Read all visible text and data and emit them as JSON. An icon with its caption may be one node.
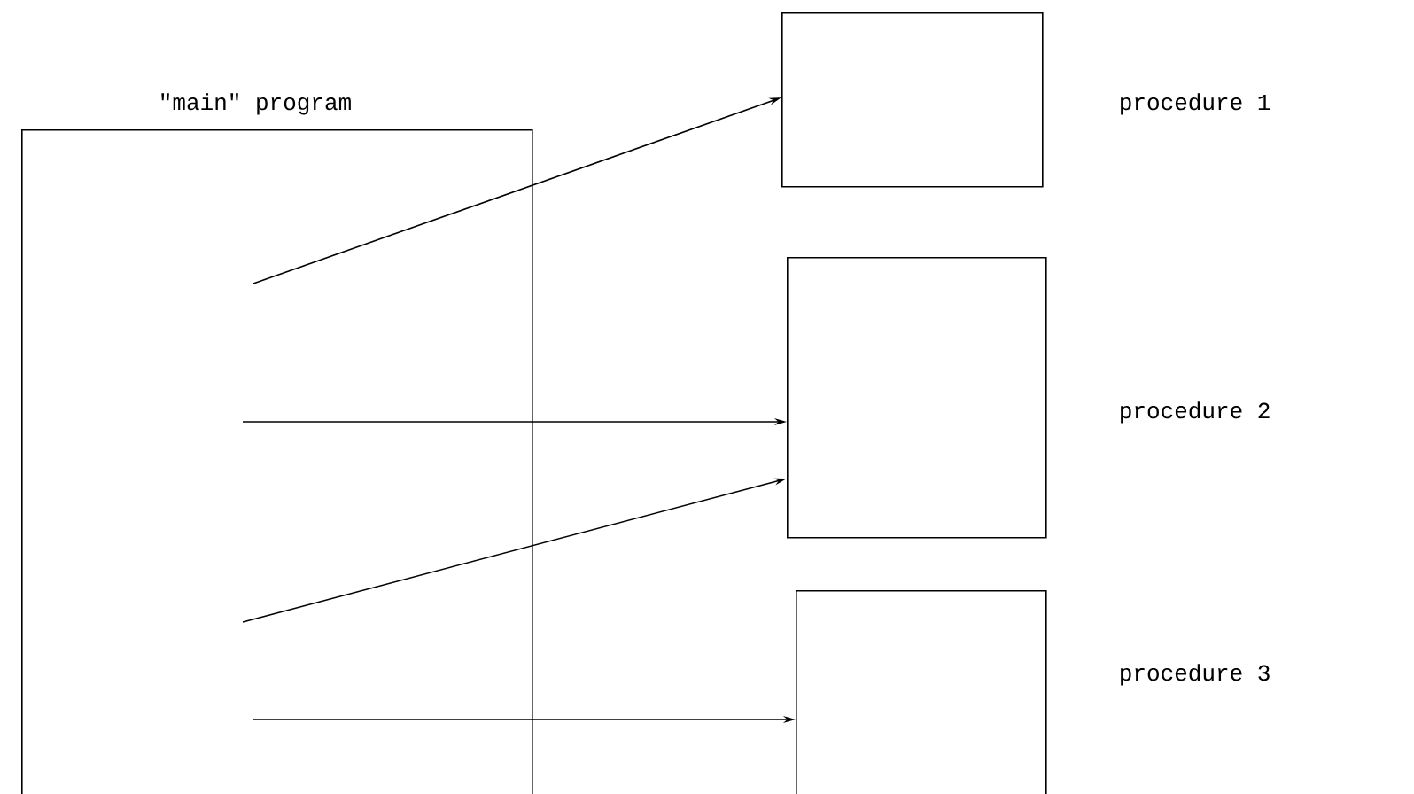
{
  "diagram": {
    "nodes": [
      {
        "text": [
          "\"main\" program"
        ]
      },
      {
        "text": [
          "procedure 1"
        ]
      },
      {
        "text": [
          "procedure 2"
        ]
      },
      {
        "text": [
          "procedure 3"
        ]
      }
    ],
    "edges": [
      {
        "from": 0,
        "to": 1,
        "arrow": "to"
      },
      {
        "from": 0,
        "to": 2,
        "arrow": "to"
      },
      {
        "from": 0,
        "to": 2,
        "arrow": "to"
      },
      {
        "from": 0,
        "to": 3,
        "arrow": "to"
      }
    ]
  }
}
